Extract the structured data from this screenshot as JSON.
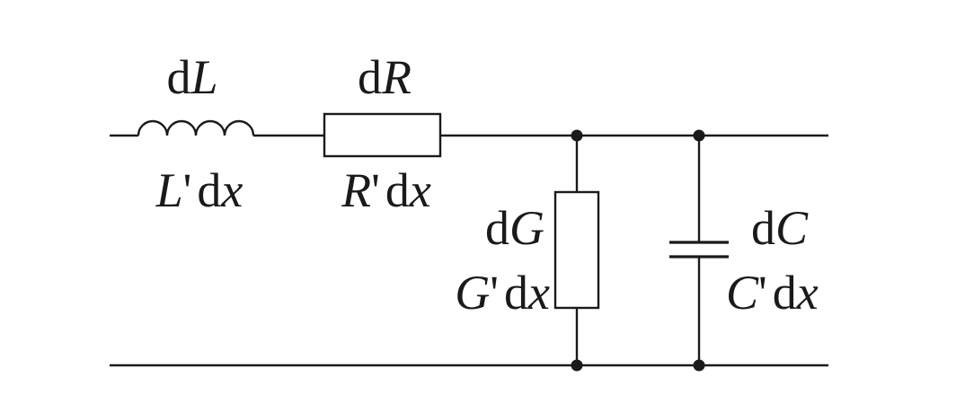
{
  "diagram": {
    "colors": {
      "ink": "#1a1a1a",
      "background": "#ffffff"
    },
    "inductor": {
      "top": {
        "d": "d",
        "sym": "L"
      },
      "bottom": {
        "sym": "L",
        "prime": "'",
        "dx_d": "d",
        "dx_x": "x"
      }
    },
    "resistor": {
      "top": {
        "d": "d",
        "sym": "R"
      },
      "bottom": {
        "sym": "R",
        "prime": "'",
        "dx_d": "d",
        "dx_x": "x"
      }
    },
    "conductance": {
      "top": {
        "d": "d",
        "sym": "G"
      },
      "bottom": {
        "sym": "G",
        "prime": "'",
        "dx_d": "d",
        "dx_x": "x"
      }
    },
    "capacitor": {
      "top": {
        "d": "d",
        "sym": "C"
      },
      "bottom": {
        "sym": "C",
        "prime": "'",
        "dx_d": "d",
        "dx_x": "x"
      }
    }
  }
}
